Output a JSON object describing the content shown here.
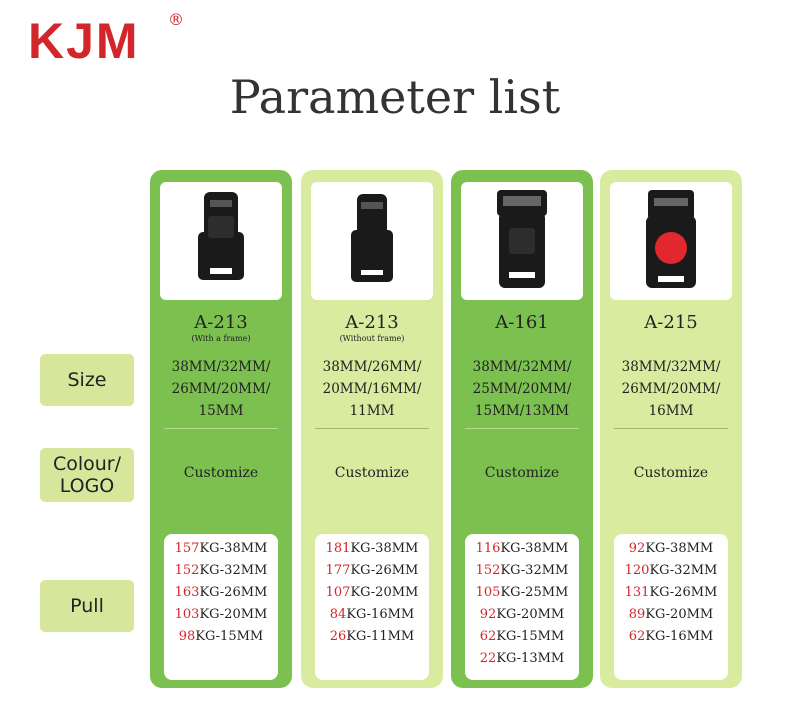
{
  "brand": {
    "logo": "KJM",
    "registered": "®"
  },
  "title": "Parameter list",
  "labels": {
    "size": "Size",
    "colour_line1": "Colour/",
    "colour_line2": "LOGO",
    "pull": "Pull"
  },
  "colors": {
    "dark_green": "#7cc150",
    "light_green": "#d9eb9f",
    "label_bg": "#d6e79b",
    "accent_red": "#d3262b"
  },
  "products": [
    {
      "model": "A-213",
      "note": "(With a frame)",
      "sizes": [
        "38MM/32MM/",
        "26MM/20MM/",
        "15MM"
      ],
      "colour": "Customize",
      "pull": [
        {
          "value": "157",
          "suffix": "KG-38MM"
        },
        {
          "value": "152",
          "suffix": "KG-32MM"
        },
        {
          "value": "163",
          "suffix": "KG-26MM"
        },
        {
          "value": "103",
          "suffix": "KG-20MM"
        },
        {
          "value": "98",
          "suffix": "KG-15MM"
        }
      ]
    },
    {
      "model": "A-213",
      "note": "(Without frame)",
      "sizes": [
        "38MM/26MM/",
        "20MM/16MM/",
        "11MM"
      ],
      "colour": "Customize",
      "pull": [
        {
          "value": "181",
          "suffix": "KG-38MM"
        },
        {
          "value": "177",
          "suffix": "KG-26MM"
        },
        {
          "value": "107",
          "suffix": "KG-20MM"
        },
        {
          "value": "84",
          "suffix": "KG-16MM"
        },
        {
          "value": "26",
          "suffix": "KG-11MM"
        }
      ]
    },
    {
      "model": "A-161",
      "note": "",
      "sizes": [
        "38MM/32MM/",
        "25MM/20MM/",
        "15MM/13MM"
      ],
      "colour": "Customize",
      "pull": [
        {
          "value": "116",
          "suffix": "KG-38MM"
        },
        {
          "value": "152",
          "suffix": "KG-32MM"
        },
        {
          "value": "105",
          "suffix": "KG-25MM"
        },
        {
          "value": "92",
          "suffix": "KG-20MM"
        },
        {
          "value": "62",
          "suffix": "KG-15MM"
        },
        {
          "value": "22",
          "suffix": "KG-13MM"
        }
      ]
    },
    {
      "model": "A-215",
      "note": "",
      "sizes": [
        "38MM/32MM/",
        "26MM/20MM/",
        "16MM"
      ],
      "colour": "Customize",
      "pull": [
        {
          "value": "92",
          "suffix": "KG-38MM"
        },
        {
          "value": "120",
          "suffix": "KG-32MM"
        },
        {
          "value": "131",
          "suffix": "KG-26MM"
        },
        {
          "value": "89",
          "suffix": "KG-20MM"
        },
        {
          "value": "62",
          "suffix": "KG-16MM"
        }
      ]
    }
  ]
}
